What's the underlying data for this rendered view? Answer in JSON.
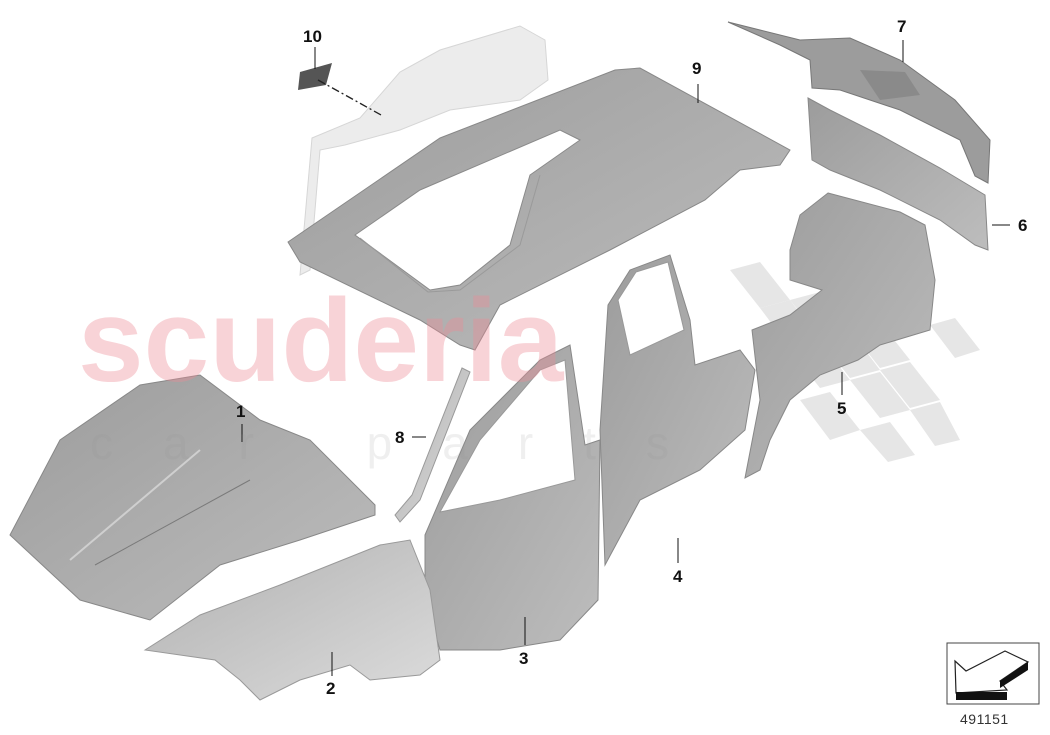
{
  "diagram": {
    "type": "exploded parts diagram",
    "subject": "Car body outer panels",
    "colors": {
      "panel_fill": "#a9a9a9",
      "panel_light": "#c8c8c8",
      "panel_ghost": "#e6e6e6",
      "callout_text": "#111111",
      "watermark_red": "#ec8c96",
      "watermark_checker": "#d9d9d9"
    },
    "watermark": {
      "main": "scuderia",
      "sub": "car parts"
    },
    "callouts": [
      {
        "number": "1",
        "part": "Engine hood"
      },
      {
        "number": "2",
        "part": "Front side panel / fender"
      },
      {
        "number": "3",
        "part": "Front door"
      },
      {
        "number": "4",
        "part": "Rear door"
      },
      {
        "number": "5",
        "part": "Rear side panel"
      },
      {
        "number": "6",
        "part": "Rear bumper panel"
      },
      {
        "number": "7",
        "part": "Trunk lid"
      },
      {
        "number": "8",
        "part": "A-pillar trim"
      },
      {
        "number": "9",
        "part": "Roof with sunroof opening"
      },
      {
        "number": "10",
        "part": "Badge / cover"
      }
    ],
    "reference_icon": "arrow-view-direction-icon",
    "reference_number": "491151"
  }
}
